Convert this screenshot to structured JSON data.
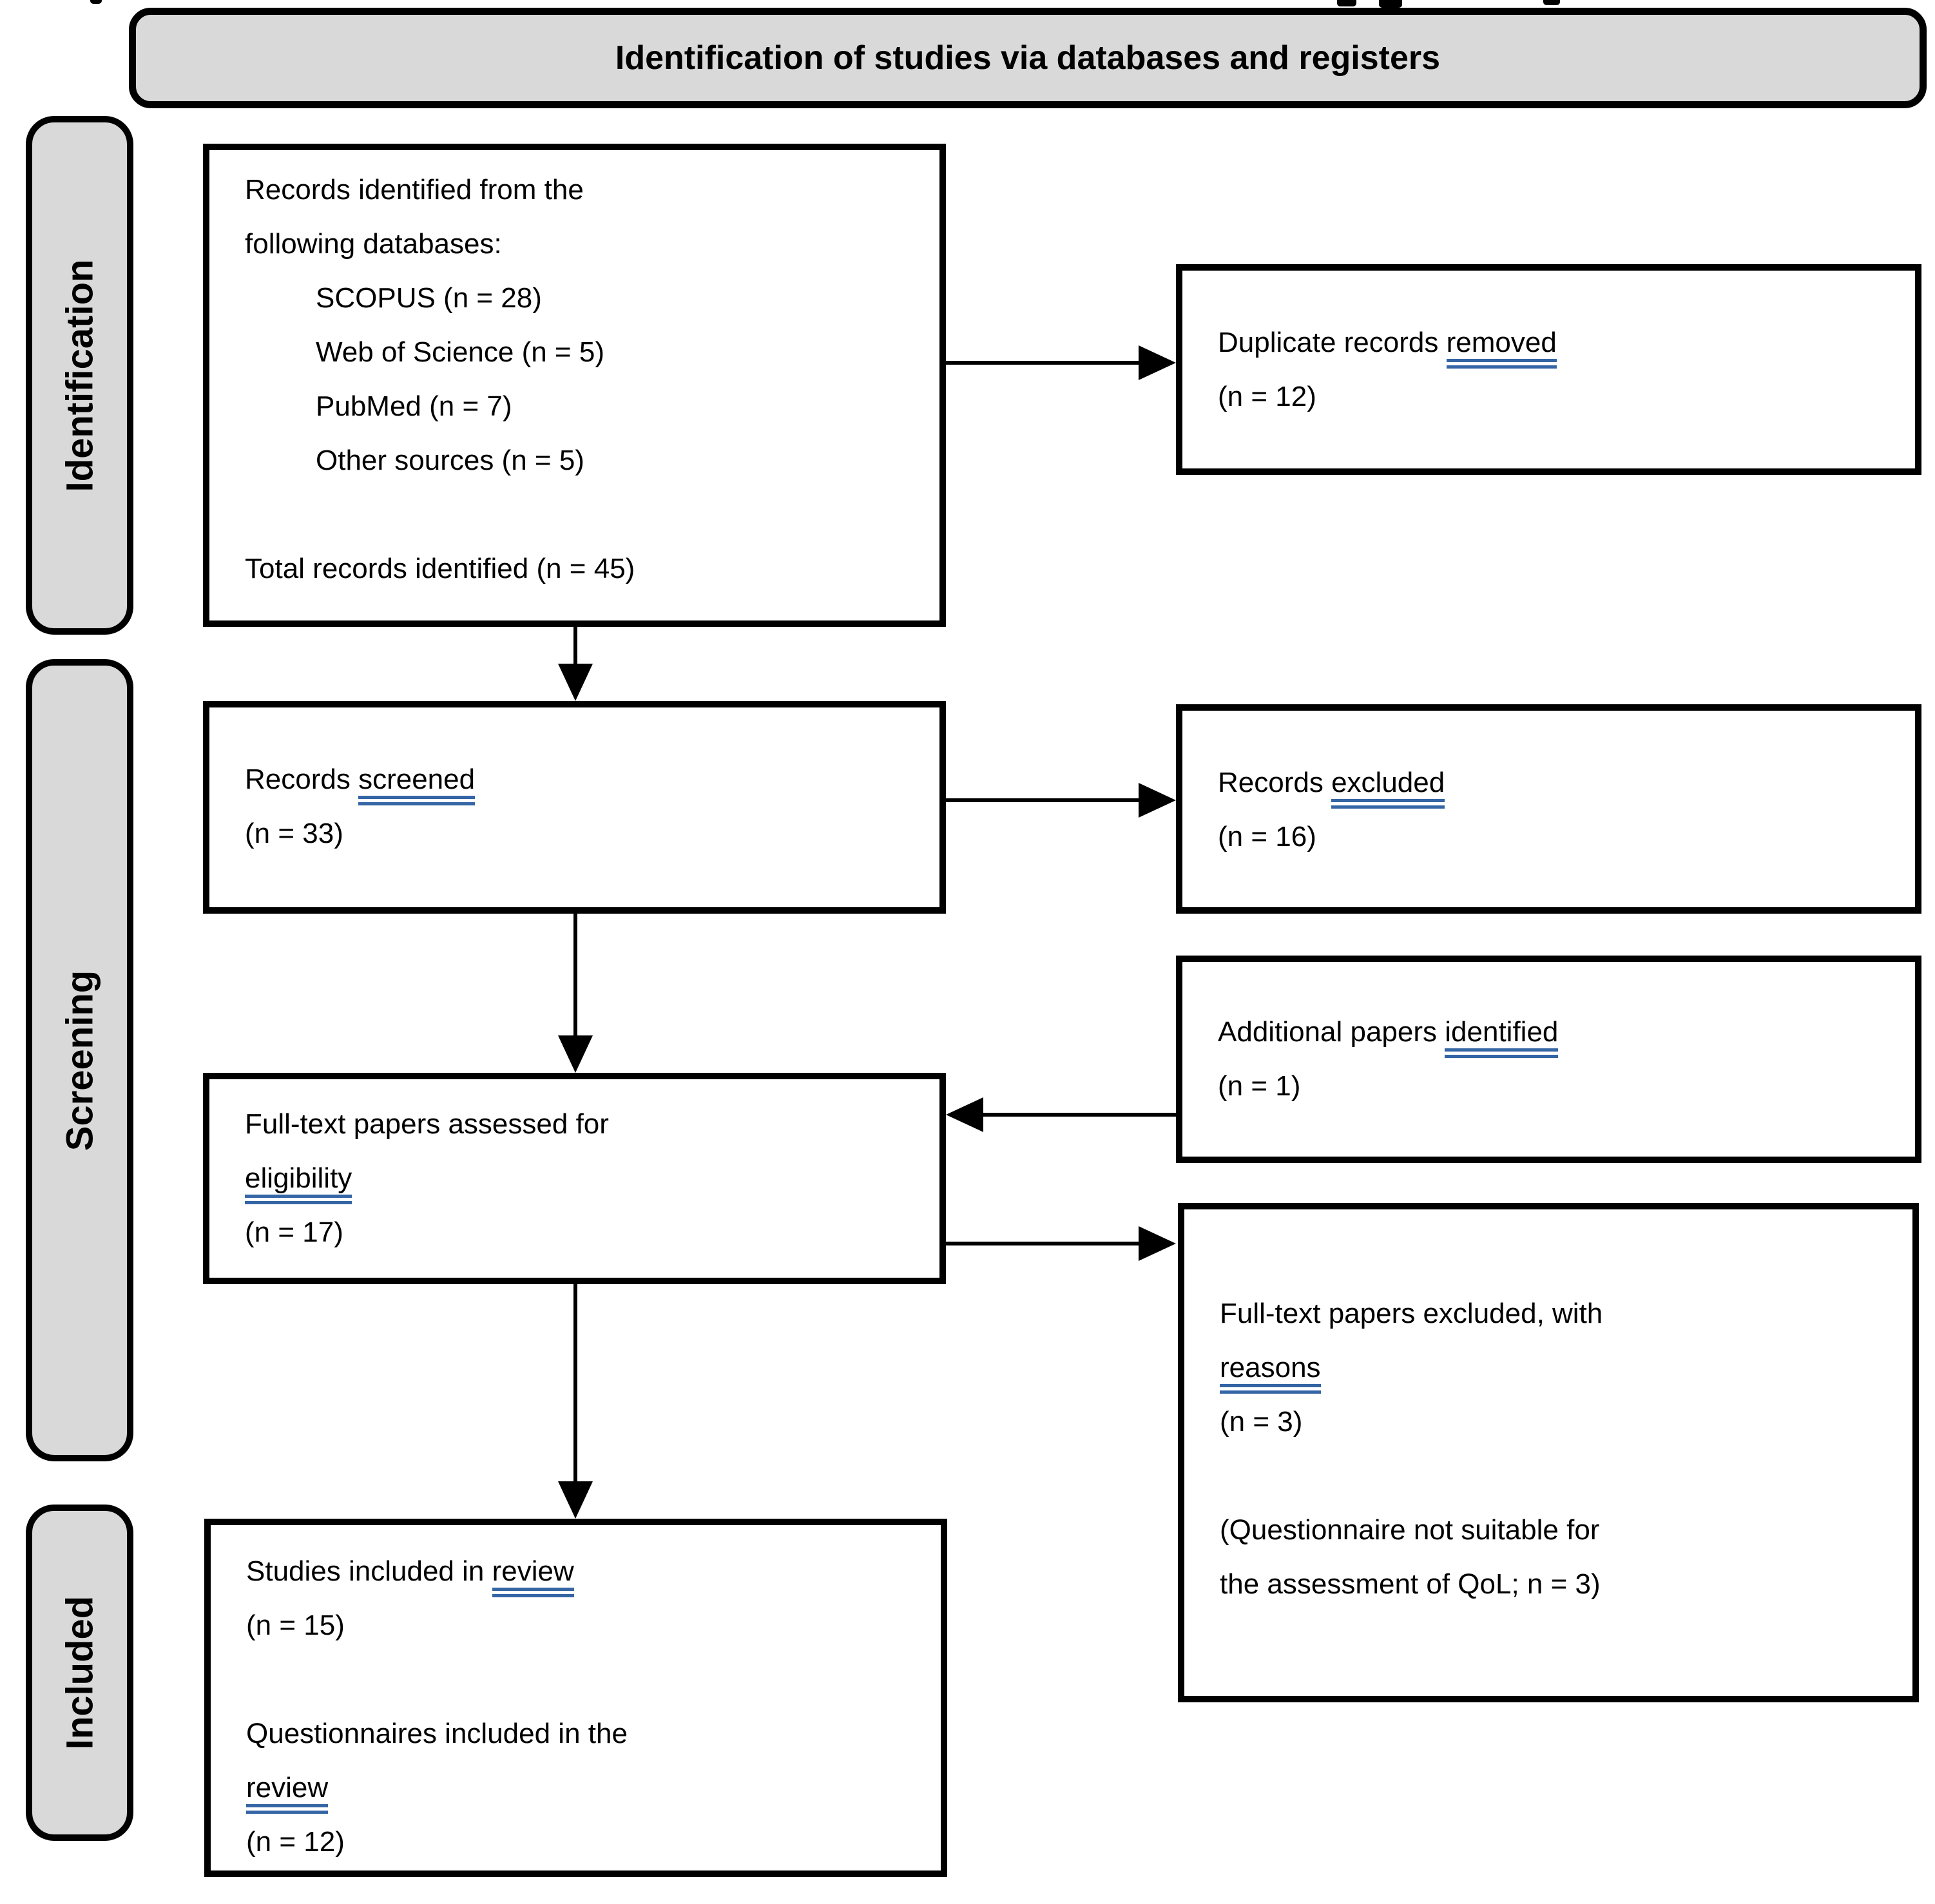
{
  "style": {
    "box_fill": "#FFFFFF",
    "label_fill": "#D9D9D9",
    "border_color": "#000000",
    "underline_color": "#3465A4"
  },
  "header": {
    "title": "Identification of studies via databases and registers"
  },
  "sidebar": {
    "items": [
      {
        "label": "Identification"
      },
      {
        "label": "Screening"
      },
      {
        "label": "Included"
      }
    ]
  },
  "boxes": {
    "records_identified": {
      "lines": [
        {
          "segs": [
            {
              "t": "Records identified from the"
            }
          ]
        },
        {
          "segs": [
            {
              "t": "following databases:"
            }
          ]
        },
        {
          "indent": true,
          "segs": [
            {
              "t": "SCOPUS (n = 28)"
            }
          ]
        },
        {
          "indent": true,
          "segs": [
            {
              "t": "Web of Science (n = 5)"
            }
          ]
        },
        {
          "indent": true,
          "segs": [
            {
              "t": "PubMed (n = 7)"
            }
          ]
        },
        {
          "indent": true,
          "segs": [
            {
              "t": "Other sources (n = 5)"
            }
          ]
        },
        {
          "segs": []
        },
        {
          "segs": [
            {
              "t": "Total records identified (n = 45)"
            }
          ]
        }
      ]
    },
    "duplicates_removed": {
      "lines": [
        {
          "segs": [
            {
              "t": "Duplicate records "
            },
            {
              "t": "removed",
              "u": true
            }
          ]
        },
        {
          "segs": [
            {
              "t": "(n = 12)"
            }
          ]
        }
      ]
    },
    "records_screened": {
      "lines": [
        {
          "segs": [
            {
              "t": "Records "
            },
            {
              "t": "screened",
              "u": true
            }
          ]
        },
        {
          "segs": [
            {
              "t": "(n = 33)"
            }
          ]
        }
      ]
    },
    "records_excluded": {
      "lines": [
        {
          "segs": [
            {
              "t": "Records "
            },
            {
              "t": "excluded",
              "u": true
            }
          ]
        },
        {
          "segs": [
            {
              "t": "(n = 16)"
            }
          ]
        }
      ]
    },
    "additional_papers": {
      "lines": [
        {
          "segs": [
            {
              "t": "Additional papers "
            },
            {
              "t": "identified",
              "u": true
            }
          ]
        },
        {
          "segs": [
            {
              "t": "(n = 1)"
            }
          ]
        }
      ]
    },
    "fulltext_assessed": {
      "lines": [
        {
          "segs": [
            {
              "t": "Full-text papers assessed for"
            }
          ]
        },
        {
          "segs": [
            {
              "t": "eligibility",
              "u": true
            }
          ]
        },
        {
          "segs": [
            {
              "t": "(n = 17)"
            }
          ]
        }
      ]
    },
    "fulltext_excluded": {
      "lines": [
        {
          "segs": [
            {
              "t": "Full-text papers excluded, with"
            }
          ]
        },
        {
          "segs": [
            {
              "t": "reasons",
              "u": true
            }
          ]
        },
        {
          "segs": [
            {
              "t": "(n = 3)"
            }
          ]
        },
        {
          "segs": []
        },
        {
          "segs": [
            {
              "t": "(Questionnaire not suitable for"
            }
          ]
        },
        {
          "segs": [
            {
              "t": "the assessment of QoL; n = 3)"
            }
          ]
        }
      ]
    },
    "included_review": {
      "lines": [
        {
          "segs": [
            {
              "t": "Studies included in "
            },
            {
              "t": "review",
              "u": true
            }
          ]
        },
        {
          "segs": [
            {
              "t": "(n = 15)"
            }
          ]
        },
        {
          "segs": []
        },
        {
          "segs": [
            {
              "t": "Questionnaires included in the"
            }
          ]
        },
        {
          "segs": [
            {
              "t": "review",
              "u": true
            }
          ]
        },
        {
          "segs": [
            {
              "t": "(n = 12)"
            }
          ]
        }
      ]
    }
  },
  "flow": {
    "arrows": [
      {
        "from": "records_identified",
        "to": "duplicates_removed",
        "direction": "right"
      },
      {
        "from": "records_identified",
        "to": "records_screened",
        "direction": "down"
      },
      {
        "from": "records_screened",
        "to": "records_excluded",
        "direction": "right"
      },
      {
        "from": "records_screened",
        "to": "fulltext_assessed",
        "direction": "down"
      },
      {
        "from": "additional_papers",
        "to": "fulltext_assessed",
        "direction": "left"
      },
      {
        "from": "fulltext_assessed",
        "to": "fulltext_excluded",
        "direction": "right"
      },
      {
        "from": "fulltext_assessed",
        "to": "included_review",
        "direction": "down"
      }
    ]
  }
}
